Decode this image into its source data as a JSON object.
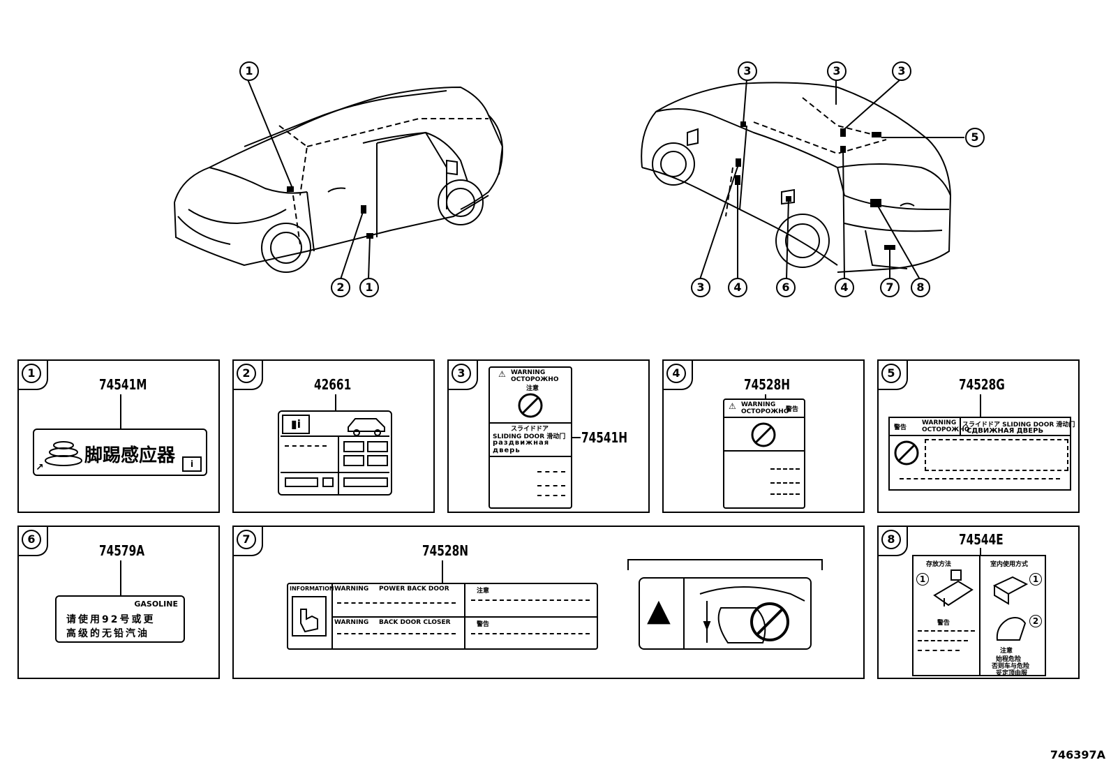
{
  "figure_code": "746397A",
  "callouts": {
    "left_car": [
      "1",
      "2",
      "1"
    ],
    "right_car_top": [
      "3",
      "3",
      "3",
      "5"
    ],
    "right_car_bottom": [
      "3",
      "4",
      "6",
      "4",
      "7",
      "8"
    ]
  },
  "panels": [
    {
      "num": "1",
      "part": "74541M",
      "text": "脚踢感应器"
    },
    {
      "num": "2",
      "part": "42661"
    },
    {
      "num": "3",
      "part": "74541H",
      "lines": [
        "WARNING",
        "ОСТОРОЖНО",
        "注意",
        "スライドドア",
        "SLIDING DOOR 滑动门",
        "раздвижная",
        "дверь"
      ]
    },
    {
      "num": "4",
      "part": "74528H",
      "lines": [
        "WARNING",
        "ОСТОРОЖНО",
        "警告"
      ]
    },
    {
      "num": "5",
      "part": "74528G",
      "lines": [
        "警告",
        "WARNING",
        "ОСТОРОЖНО",
        "スライドドア SLIDING DOOR 滑动门",
        "СДВИЖНАЯ ДВЕРЬ"
      ]
    },
    {
      "num": "6",
      "part": "74579A",
      "lines": [
        "GASOLINE",
        "请使用92号或更",
        "高级的无铅汽油"
      ]
    },
    {
      "num": "7",
      "part": "74528N",
      "lines": [
        "INFORMATION",
        "WARNING",
        "POWER BACK DOOR",
        "注意",
        "WARNING",
        "BACK DOOR CLOSER",
        "警告"
      ]
    },
    {
      "num": "8",
      "part": "74544E",
      "lines": [
        "存放方法",
        "室内使用方式",
        "警告",
        "注意",
        "始程危险",
        "否则车与危险",
        "妥定顶由服"
      ]
    }
  ]
}
